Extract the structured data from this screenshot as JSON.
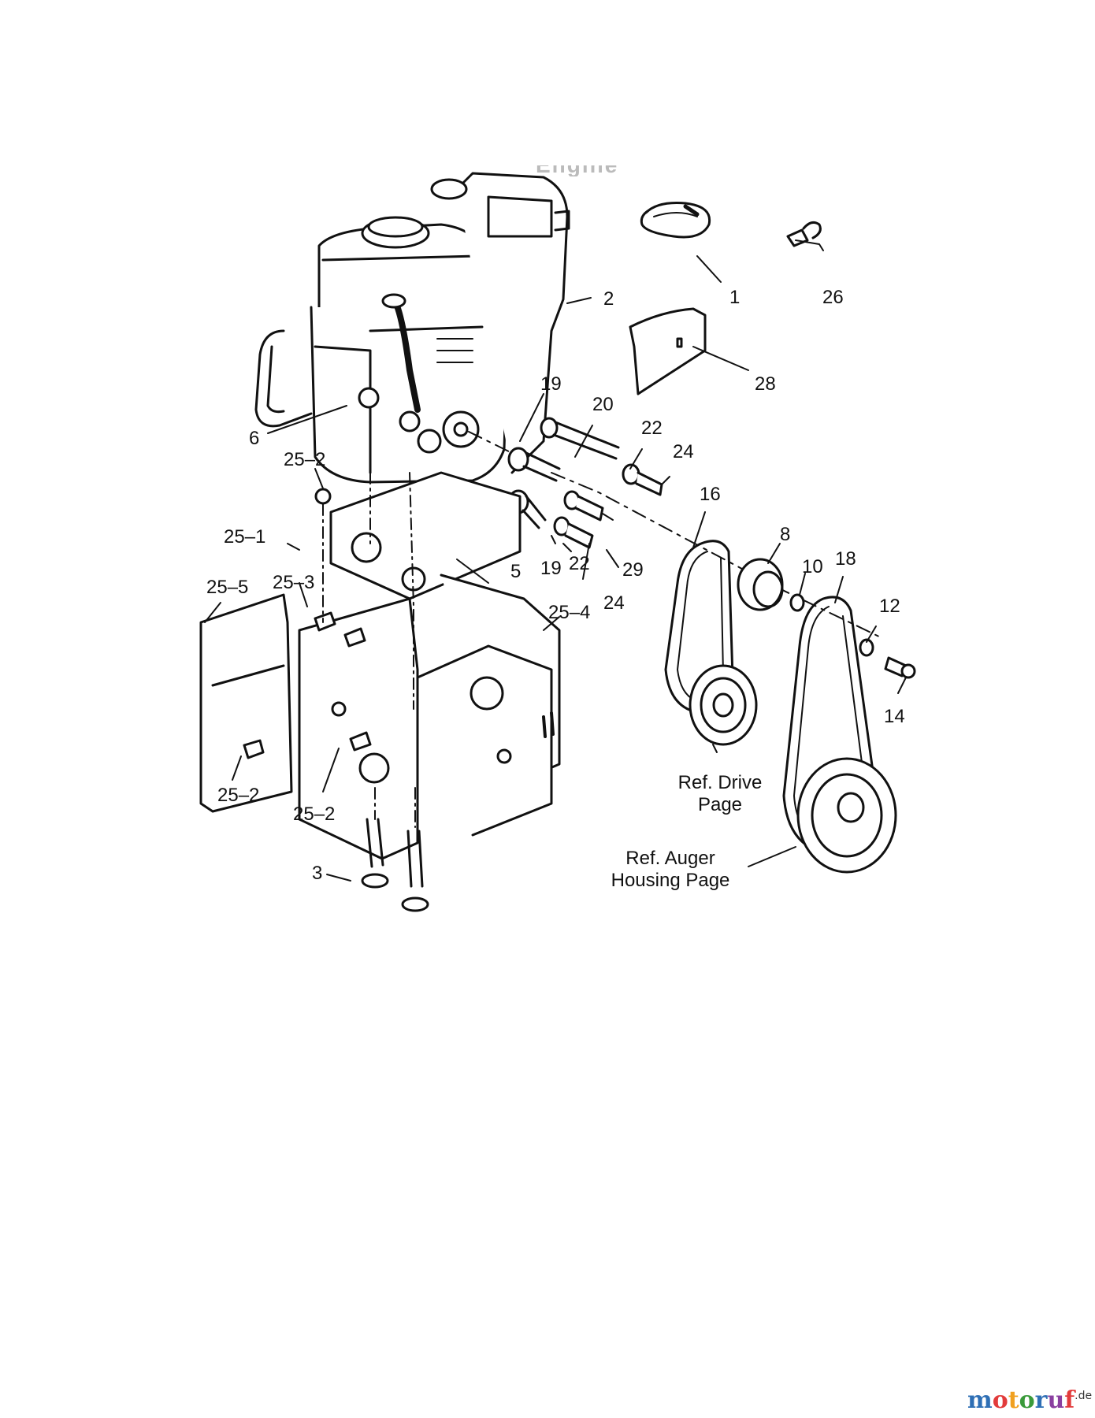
{
  "header_text": "Engine",
  "callouts": [
    {
      "id": "c1",
      "text": "1"
    },
    {
      "id": "c2",
      "text": "2"
    },
    {
      "id": "c3",
      "text": "3"
    },
    {
      "id": "c5",
      "text": "5"
    },
    {
      "id": "c6",
      "text": "6"
    },
    {
      "id": "c8",
      "text": "8"
    },
    {
      "id": "c10",
      "text": "10"
    },
    {
      "id": "c12",
      "text": "12"
    },
    {
      "id": "c14",
      "text": "14"
    },
    {
      "id": "c16",
      "text": "16"
    },
    {
      "id": "c18",
      "text": "18"
    },
    {
      "id": "c19a",
      "text": "19"
    },
    {
      "id": "c19b",
      "text": "19"
    },
    {
      "id": "c20",
      "text": "20"
    },
    {
      "id": "c22a",
      "text": "22"
    },
    {
      "id": "c22b",
      "text": "22"
    },
    {
      "id": "c24a",
      "text": "24"
    },
    {
      "id": "c24b",
      "text": "24"
    },
    {
      "id": "c251",
      "text": "25–1"
    },
    {
      "id": "c252a",
      "text": "25–2"
    },
    {
      "id": "c252b",
      "text": "25–2"
    },
    {
      "id": "c252c",
      "text": "25–2"
    },
    {
      "id": "c253",
      "text": "25–3"
    },
    {
      "id": "c254",
      "text": "25–4"
    },
    {
      "id": "c255",
      "text": "25–5"
    },
    {
      "id": "c26",
      "text": "26"
    },
    {
      "id": "c28",
      "text": "28"
    },
    {
      "id": "c29",
      "text": "29"
    }
  ],
  "references": {
    "drive": [
      "Ref. Drive",
      "Page"
    ],
    "auger": [
      "Ref. Auger",
      "Housing Page"
    ]
  },
  "watermark": {
    "letters": [
      "m",
      "o",
      "t",
      "o",
      "r",
      "u",
      "f"
    ],
    "colors": [
      "#2e6fb5",
      "#e23b3b",
      "#f0a020",
      "#3a9a3a",
      "#2e6fb5",
      "#8a3fa0",
      "#e23b3b"
    ],
    "domain": ".de"
  }
}
